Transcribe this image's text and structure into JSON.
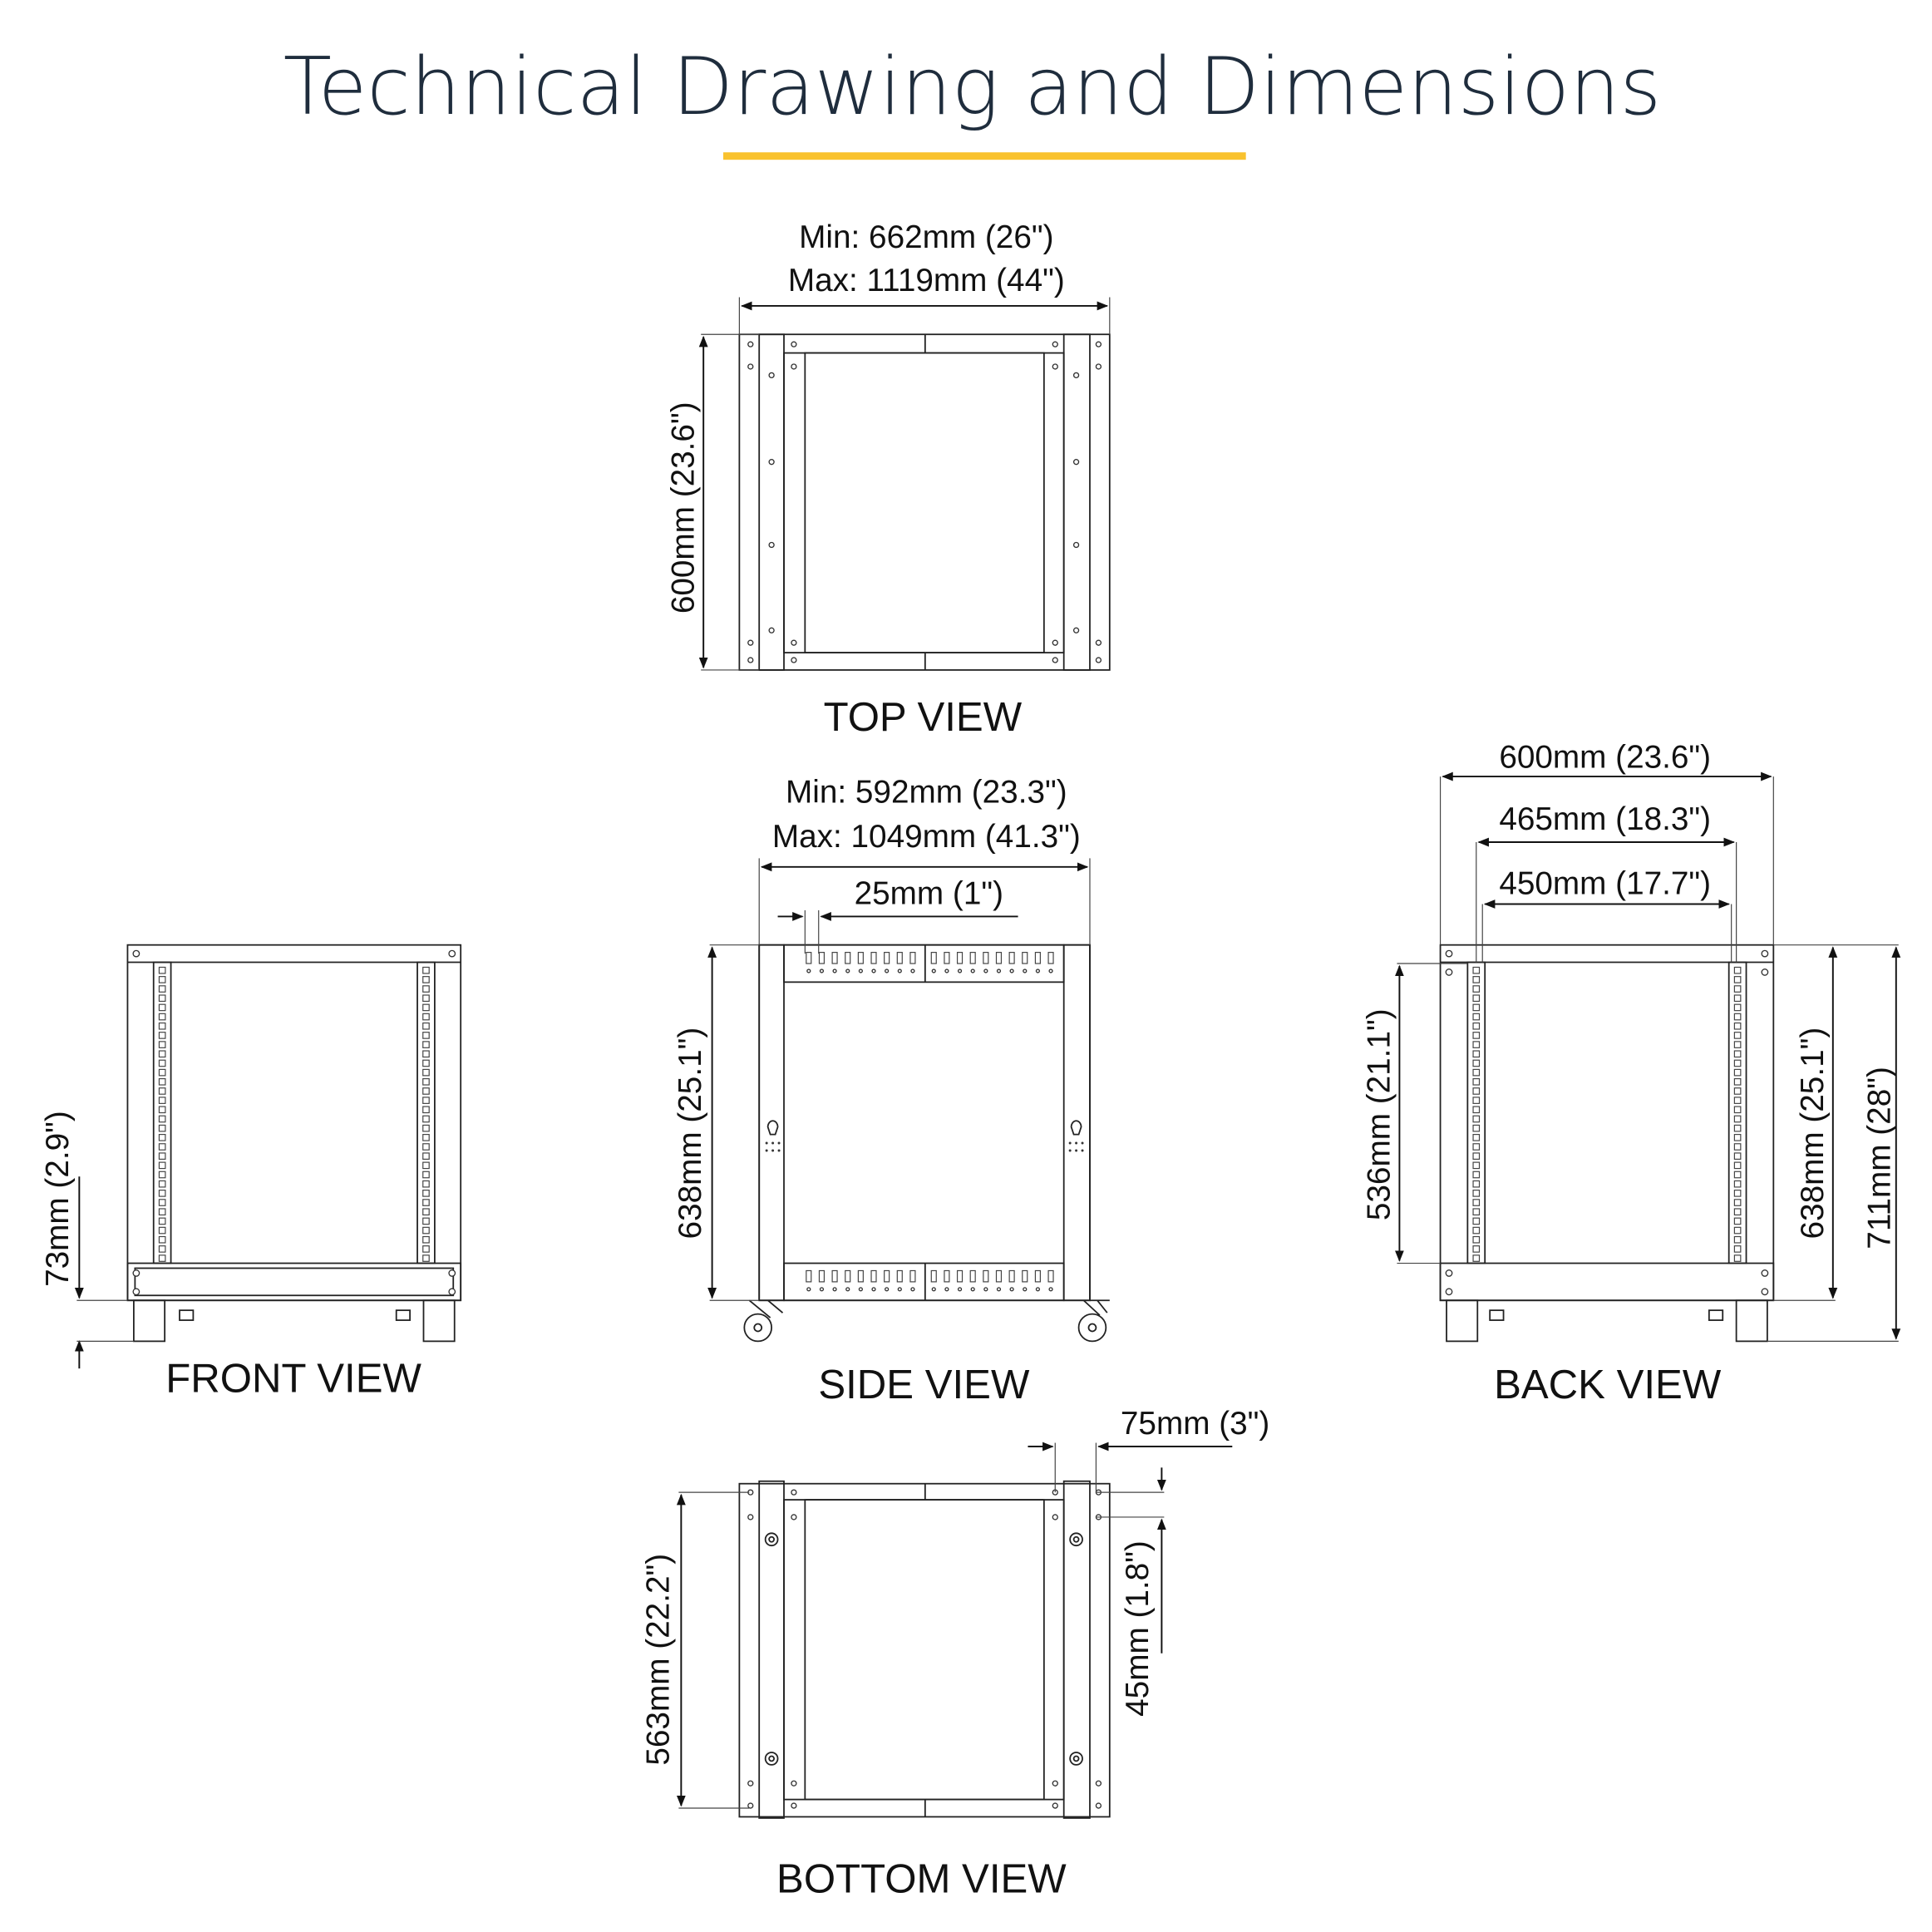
{
  "title": "Technical Drawing and Dimensions",
  "colors": {
    "accent": "#f9c22e",
    "title": "#1f2d3d",
    "lines": "#222222"
  },
  "top_view": {
    "label": "TOP VIEW",
    "width_min": "Min: 662mm (26\")",
    "width_max": "Max: 1119mm (44\")",
    "depth": "600mm (23.6\")"
  },
  "side_view": {
    "label": "SIDE VIEW",
    "depth_min": "Min: 592mm (23.3\")",
    "depth_max": "Max: 1049mm (41.3\")",
    "spacing": "25mm (1\")",
    "height": "638mm (25.1\")"
  },
  "front_view": {
    "label": "FRONT VIEW",
    "caster_height": "73mm (2.9\")"
  },
  "back_view": {
    "label": "BACK VIEW",
    "outer_width": "600mm (23.6\")",
    "rail_width": "465mm (18.3\")",
    "inner_width": "450mm (17.7\")",
    "rail_height": "536mm (21.1\")",
    "frame_height": "638mm (25.1\")",
    "total_height": "711mm (28\")"
  },
  "bottom_view": {
    "label": "BOTTOM VIEW",
    "depth": "563mm (22.2\")",
    "offset_x": "75mm (3\")",
    "offset_y": "45mm (1.8\")"
  }
}
